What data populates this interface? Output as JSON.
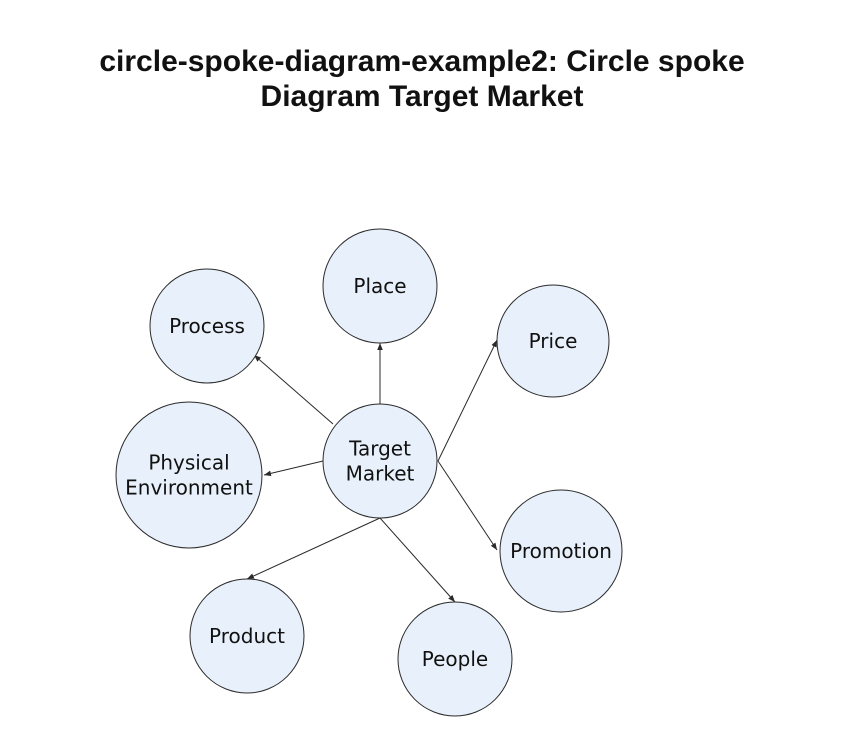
{
  "title": {
    "line1": "circle-spoke-diagram-example2: Circle spoke",
    "line2": "Diagram Target Market"
  },
  "diagram": {
    "center": {
      "id": "center",
      "label_lines": [
        "Target",
        "Market"
      ]
    },
    "spokes": [
      {
        "id": "place",
        "label_lines": [
          "Place"
        ]
      },
      {
        "id": "process",
        "label_lines": [
          "Process"
        ]
      },
      {
        "id": "price",
        "label_lines": [
          "Price"
        ]
      },
      {
        "id": "physical-environment",
        "label_lines": [
          "Physical",
          "Environment"
        ]
      },
      {
        "id": "promotion",
        "label_lines": [
          "Promotion"
        ]
      },
      {
        "id": "product",
        "label_lines": [
          "Product"
        ]
      },
      {
        "id": "people",
        "label_lines": [
          "People"
        ]
      }
    ],
    "colors": {
      "node_fill": "#e8f1fb",
      "stroke": "#2a2a2a",
      "text": "#111111"
    }
  }
}
